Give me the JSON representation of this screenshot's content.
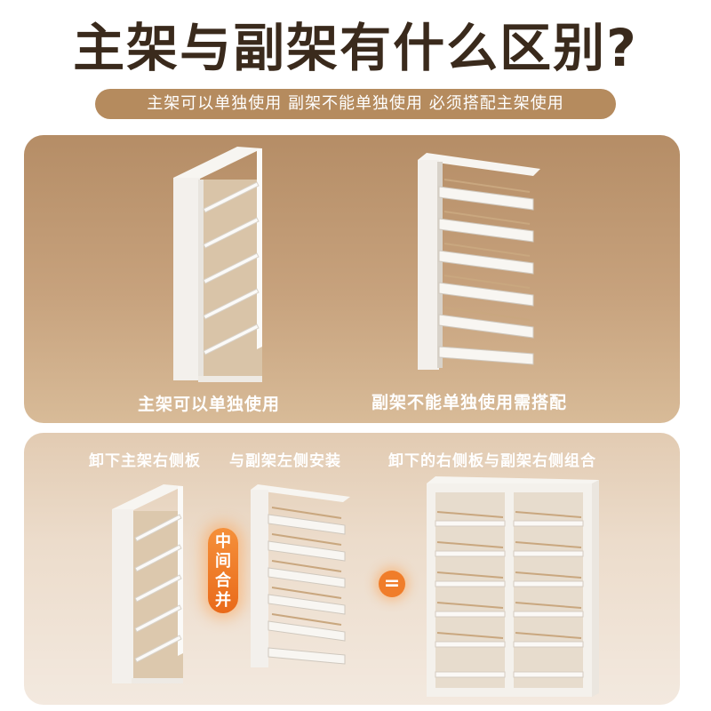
{
  "header": {
    "title": "主架与副架有什么区别?",
    "subtitle": "主架可以单独使用 副架不能单独使用 必须搭配主架使用"
  },
  "top_panel": {
    "main_caption": "主架可以单独使用",
    "sub_caption": "副架不能单独使用需搭配"
  },
  "bottom_panel": {
    "step1_caption": "卸下主架右侧板",
    "step2_caption": "与副架左侧安装",
    "step3_caption": "卸下的右侧板与副架右侧组合",
    "merge_label": "中间合并",
    "equals_sign": "="
  },
  "colors": {
    "title": "#3a2a1c",
    "pill": "#b58b5e",
    "accent": "#f07d2a"
  }
}
